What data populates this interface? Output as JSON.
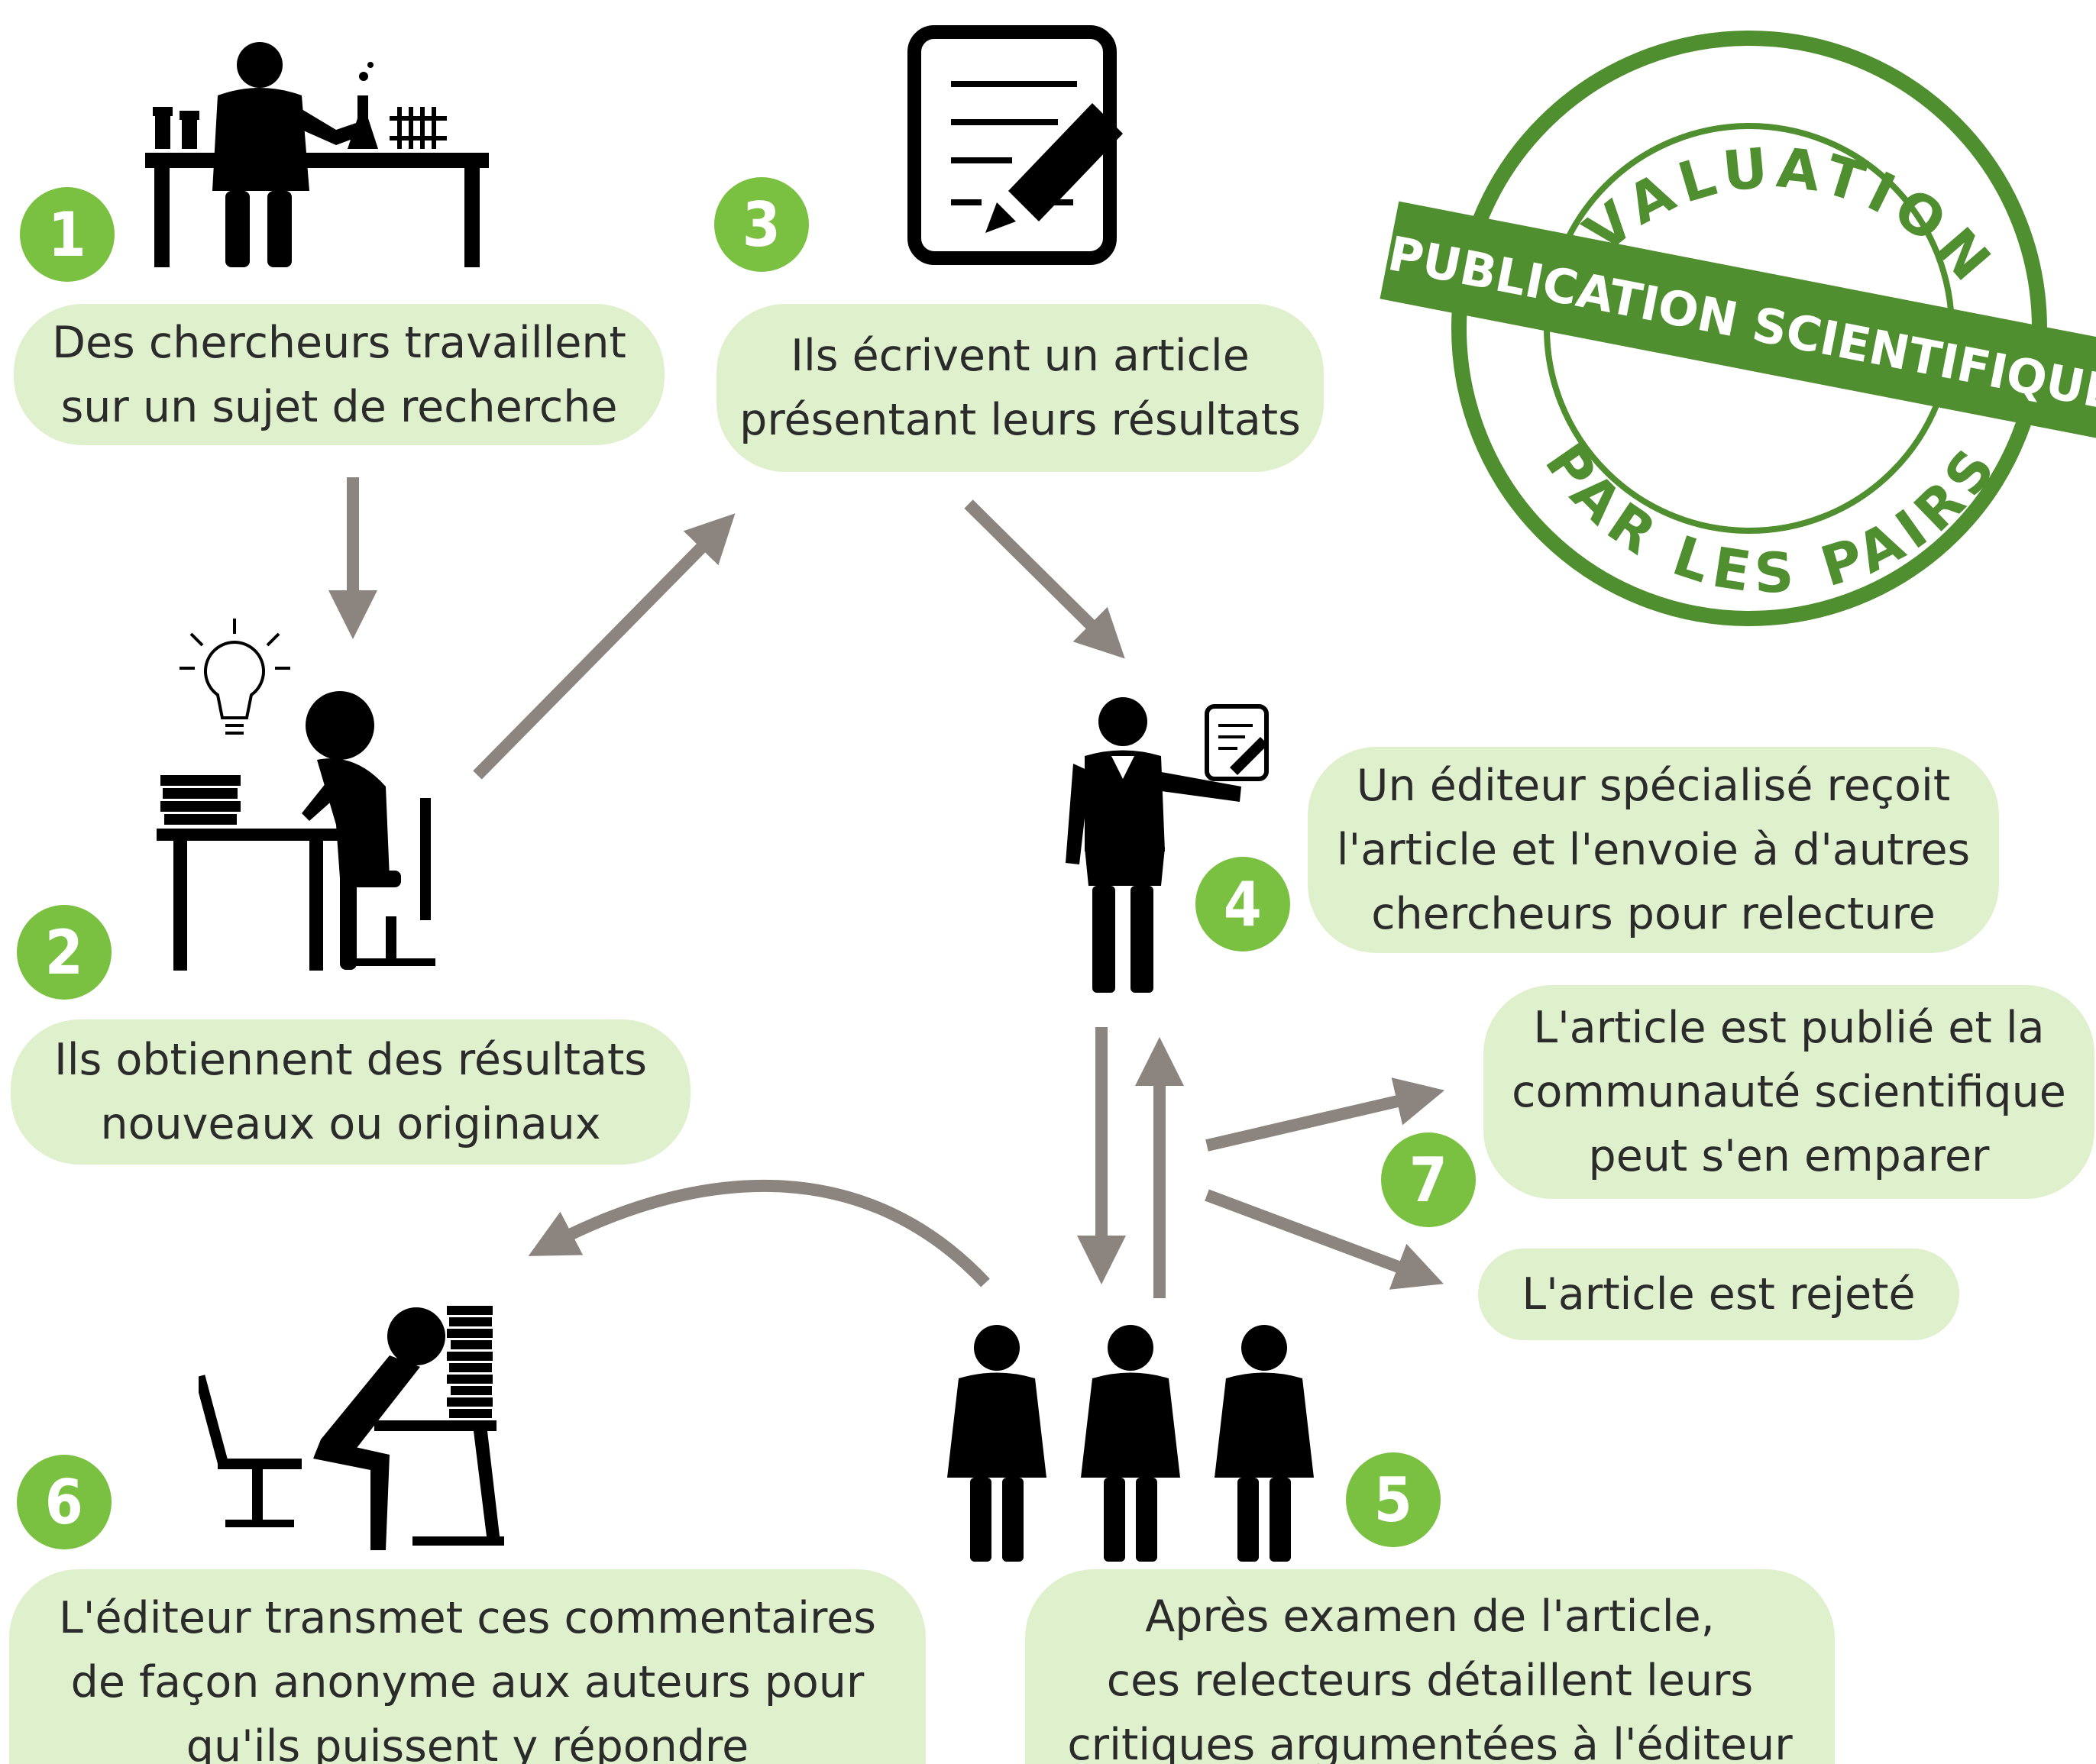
{
  "stamp": {
    "arc_top": "EVALUATION",
    "arc_bottom": "PAR LES PAIRS",
    "banner": "PUBLICATION SCIENTIFIQUE",
    "color": "#4f8f2f"
  },
  "colors": {
    "bubble": "#dff0cc",
    "badge": "#7ac142",
    "arrow": "#8c857f"
  },
  "steps": [
    {
      "number": "1",
      "icon": "researcher-lab-icon",
      "text": "Des chercheurs travaillent\nsur un sujet de recherche"
    },
    {
      "number": "2",
      "icon": "researcher-desk-idea-icon",
      "text": "Ils obtiennent des résultats\nnouveaux ou originaux"
    },
    {
      "number": "3",
      "icon": "document-pen-icon",
      "text": "Ils écrivent un article\nprésentant leurs résultats"
    },
    {
      "number": "4",
      "icon": "editor-with-document-icon",
      "text": "Un éditeur spécialisé reçoit\nl'article et l'envoie à d'autres\nchercheurs pour relecture"
    },
    {
      "number": "5",
      "icon": "reviewers-group-icon",
      "text": "Après examen de l'article,\nces relecteurs détaillent leurs\ncritiques argumentées à l'éditeur"
    },
    {
      "number": "6",
      "icon": "stressed-author-icon",
      "text": "L'éditeur transmet ces commentaires\nde façon anonyme aux auteurs pour\nqu'ils puissent y répondre"
    },
    {
      "number": "7",
      "outcomes": [
        "L'article est publié et la\ncommunauté scientifique\npeut s'en emparer",
        "L'article est rejeté"
      ]
    }
  ]
}
